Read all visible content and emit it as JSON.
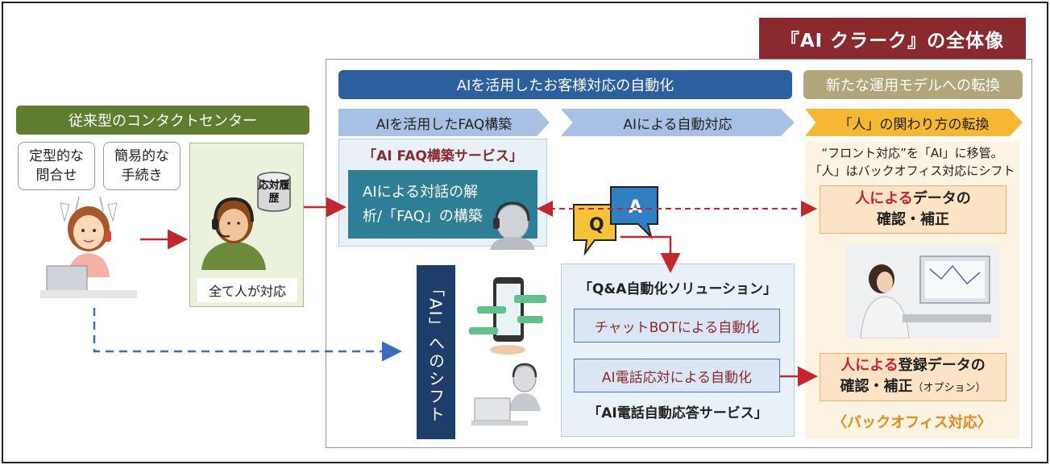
{
  "title": "『AI クラーク』の全体像",
  "headers": {
    "automation": "AIを活用したお客様対応の自動化",
    "new_model": "新たな運用モデルへの転換",
    "legacy": "従来型のコンタクトセンター"
  },
  "steps": {
    "faq": "AIを活用したFAQ構築",
    "auto": "AIによる自動対応",
    "human": "「人」の関わり方の転換"
  },
  "legacy": {
    "bubble1": "定型的な問合せ",
    "bubble2": "簡易的な手続き",
    "db_label": "応対履歴",
    "operator_label": "全て人が対応"
  },
  "faq_service": {
    "title": "「AI FAQ構築サービス」",
    "box_text": "AIによる対話の解析/「FAQ」の構築"
  },
  "shift_label": "「AI」へのシフト",
  "qa": {
    "title": "「Q&A自動化ソリューション」",
    "chat": "チャットBOTによる自動化",
    "phone": "AI電話応対による自動化",
    "phone_service": "「AI電話自動応答サービス」",
    "bubble_q": "Q",
    "bubble_a": "A"
  },
  "right": {
    "note_line1": "“フロント対応”を「AI」に移管。",
    "note_line2": "「人」はバックオフィス対応にシフト",
    "box1_line1_red": "人による",
    "box1_line1_rest": "データの",
    "box1_line2": "確認・補正",
    "box2_line1_red": "人による",
    "box2_line1_rest": "登録データの",
    "box2_line2": "確認・補正",
    "box2_option": "（オプション）",
    "backoffice": "〈バックオフィス対応〉"
  },
  "colors": {
    "title_bg": "#8a2a2e",
    "blue_bar": "#2c5f9e",
    "olive_bar": "#b0a57b",
    "step_blue": "#a7c0e3",
    "step_orange": "#f6b733",
    "legacy_green": "#5f7d2f",
    "faq_box": "#2e7f95",
    "arrow_red": "#c0282d",
    "dash_blue": "#3b6dbf"
  }
}
